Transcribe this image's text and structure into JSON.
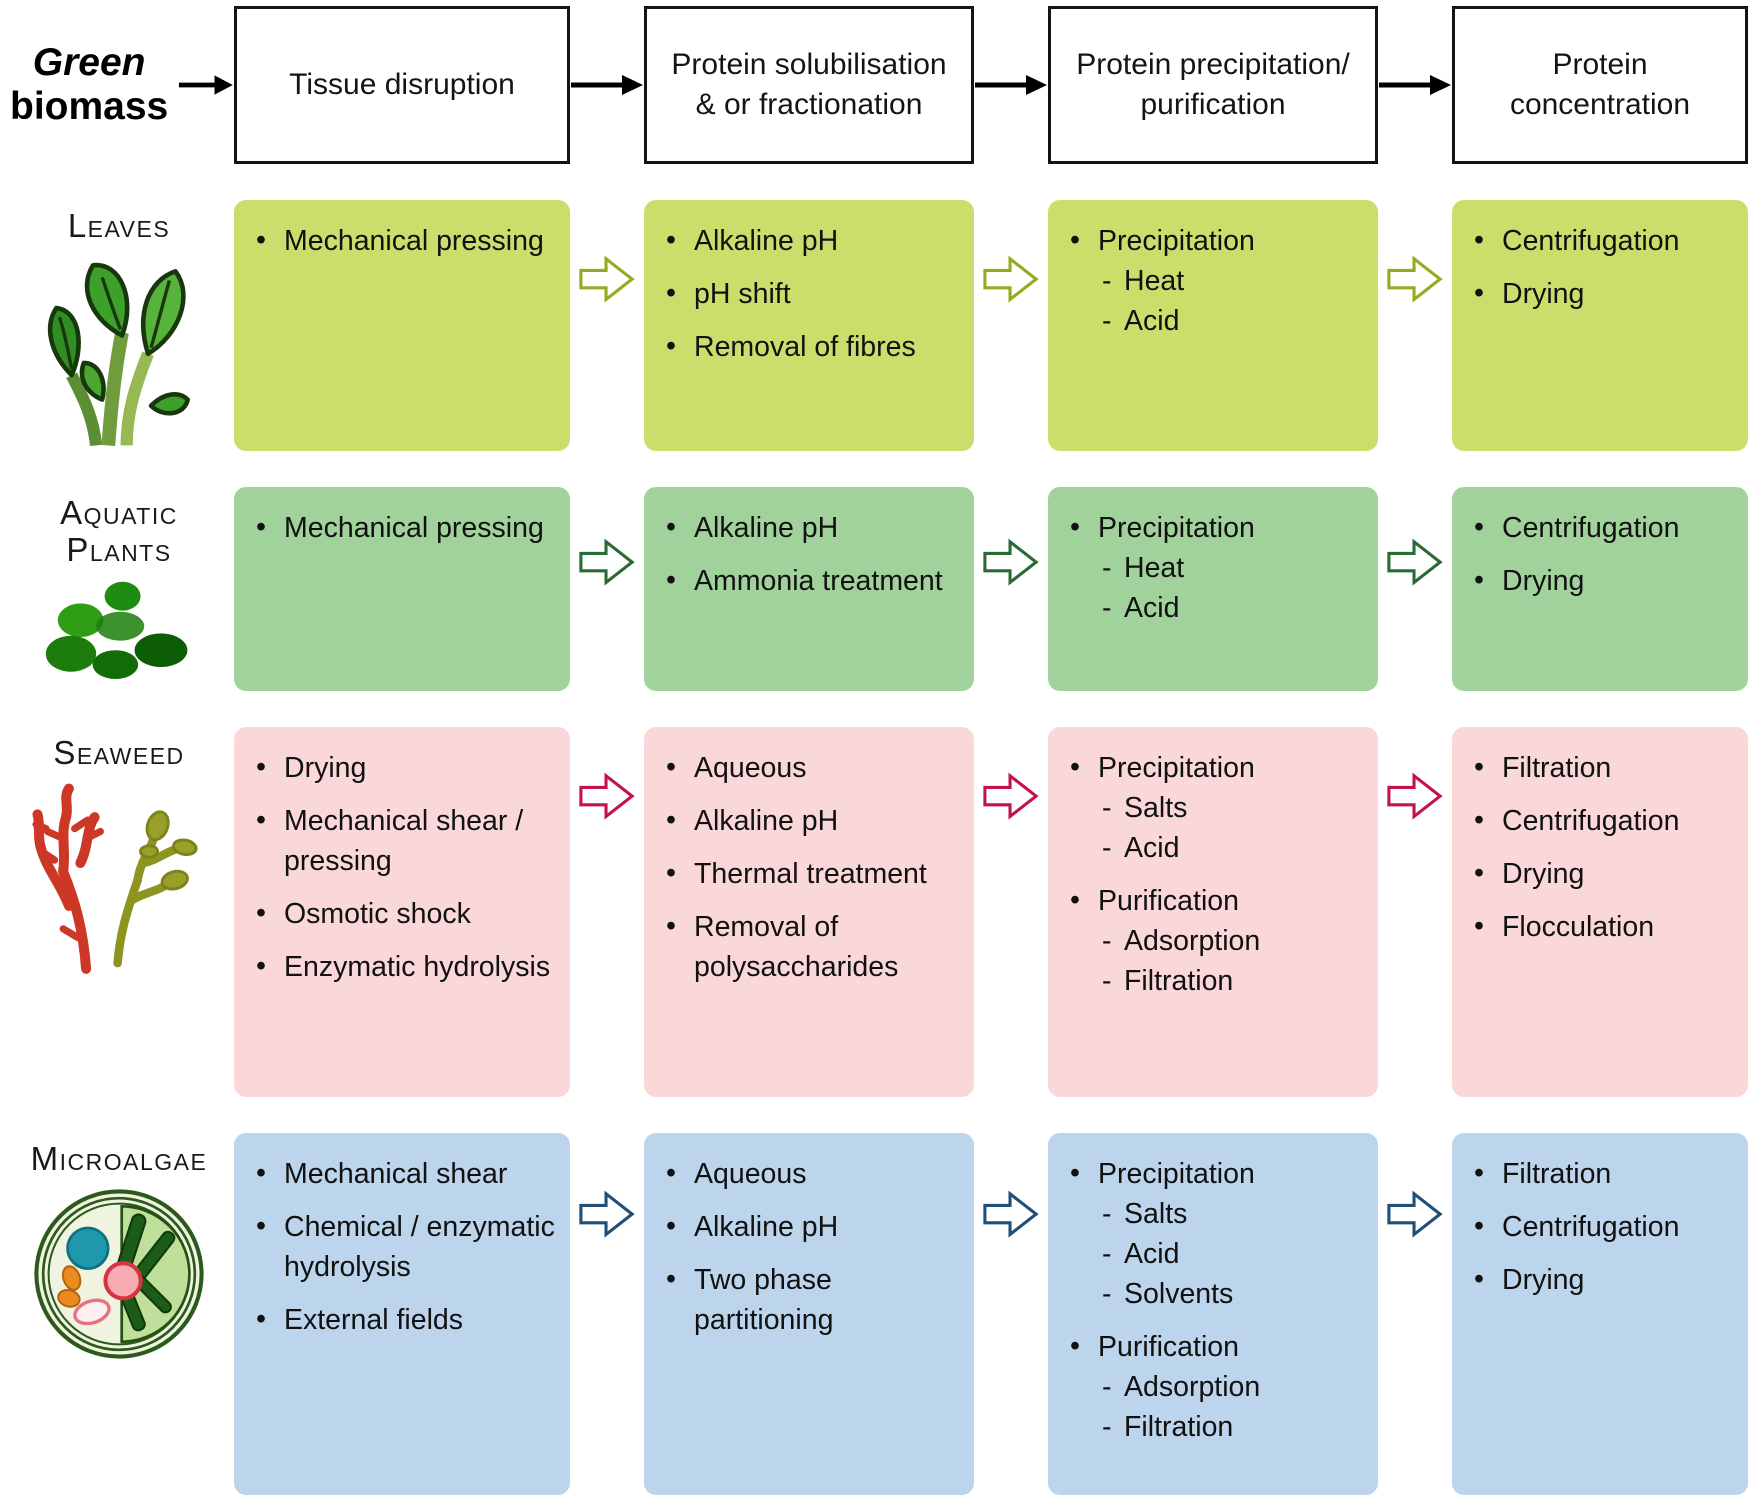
{
  "source": {
    "word1": "Green",
    "word2": "biomass"
  },
  "header": {
    "columns": [
      "Tissue disruption",
      "Protein solubilisation & or fractionation",
      "Protein precipitation/ purification",
      "Protein concentration"
    ]
  },
  "colors": {
    "leaves_box": "#cbde6b",
    "leaves_arrow": "#8fad1f",
    "aquatic_box": "#a2d29c",
    "aquatic_arrow": "#2a6b35",
    "seaweed_box": "#fad8d9",
    "seaweed_arrow": "#c4124d",
    "microalgae_box": "#bcd5ec",
    "microalgae_arrow": "#1f4e79",
    "header_border": "#141414"
  },
  "rows": [
    {
      "id": "leaves",
      "label": "Leaves",
      "icon": "leaves-icon",
      "box_color": "#cbde6b",
      "arrow_color": "#8fad1f",
      "cells": [
        {
          "items": [
            {
              "text": "Mechanical pressing"
            }
          ]
        },
        {
          "items": [
            {
              "text": "Alkaline pH"
            },
            {
              "text": "pH shift"
            },
            {
              "text": "Removal of fibres"
            }
          ]
        },
        {
          "items": [
            {
              "text": "Precipitation",
              "subitems": [
                "Heat",
                "Acid"
              ]
            }
          ]
        },
        {
          "items": [
            {
              "text": "Centrifugation"
            },
            {
              "text": "Drying"
            }
          ]
        }
      ]
    },
    {
      "id": "aquatic",
      "label": "Aquatic Plants",
      "icon": "aquatic-plants-icon",
      "box_color": "#a2d29c",
      "arrow_color": "#2a6b35",
      "cells": [
        {
          "items": [
            {
              "text": "Mechanical pressing"
            }
          ]
        },
        {
          "items": [
            {
              "text": "Alkaline pH"
            },
            {
              "text": "Ammonia treatment"
            }
          ]
        },
        {
          "items": [
            {
              "text": "Precipitation",
              "subitems": [
                "Heat",
                "Acid"
              ]
            }
          ]
        },
        {
          "items": [
            {
              "text": "Centrifugation"
            },
            {
              "text": "Drying"
            }
          ]
        }
      ]
    },
    {
      "id": "seaweed",
      "label": "Seaweed",
      "icon": "seaweed-icon",
      "box_color": "#fad8d9",
      "arrow_color": "#c4124d",
      "cells": [
        {
          "items": [
            {
              "text": "Drying"
            },
            {
              "text": "Mechanical shear / pressing"
            },
            {
              "text": "Osmotic shock"
            },
            {
              "text": "Enzymatic hydrolysis"
            }
          ]
        },
        {
          "items": [
            {
              "text": "Aqueous"
            },
            {
              "text": "Alkaline pH"
            },
            {
              "text": "Thermal treatment"
            },
            {
              "text": "Removal of polysaccharides"
            }
          ]
        },
        {
          "items": [
            {
              "text": "Precipitation",
              "subitems": [
                "Salts",
                "Acid"
              ]
            },
            {
              "text": "Purification",
              "subitems": [
                "Adsorption",
                "Filtration"
              ]
            }
          ]
        },
        {
          "items": [
            {
              "text": "Filtration"
            },
            {
              "text": "Centrifugation"
            },
            {
              "text": "Drying"
            },
            {
              "text": "Flocculation"
            }
          ]
        }
      ]
    },
    {
      "id": "microalgae",
      "label": "Microalgae",
      "icon": "microalgae-icon",
      "box_color": "#bcd5ec",
      "arrow_color": "#1f4e79",
      "cells": [
        {
          "items": [
            {
              "text": "Mechanical shear"
            },
            {
              "text": "Chemical / enzymatic hydrolysis"
            },
            {
              "text": "External fields"
            }
          ]
        },
        {
          "items": [
            {
              "text": "Aqueous"
            },
            {
              "text": "Alkaline pH"
            },
            {
              "text": "Two phase partitioning"
            }
          ]
        },
        {
          "items": [
            {
              "text": "Precipitation",
              "subitems": [
                "Salts",
                "Acid",
                "Solvents"
              ]
            },
            {
              "text": "Purification",
              "subitems": [
                "Adsorption",
                "Filtration"
              ]
            }
          ]
        },
        {
          "items": [
            {
              "text": "Filtration"
            },
            {
              "text": "Centrifugation"
            },
            {
              "text": "Drying"
            }
          ]
        }
      ]
    }
  ]
}
